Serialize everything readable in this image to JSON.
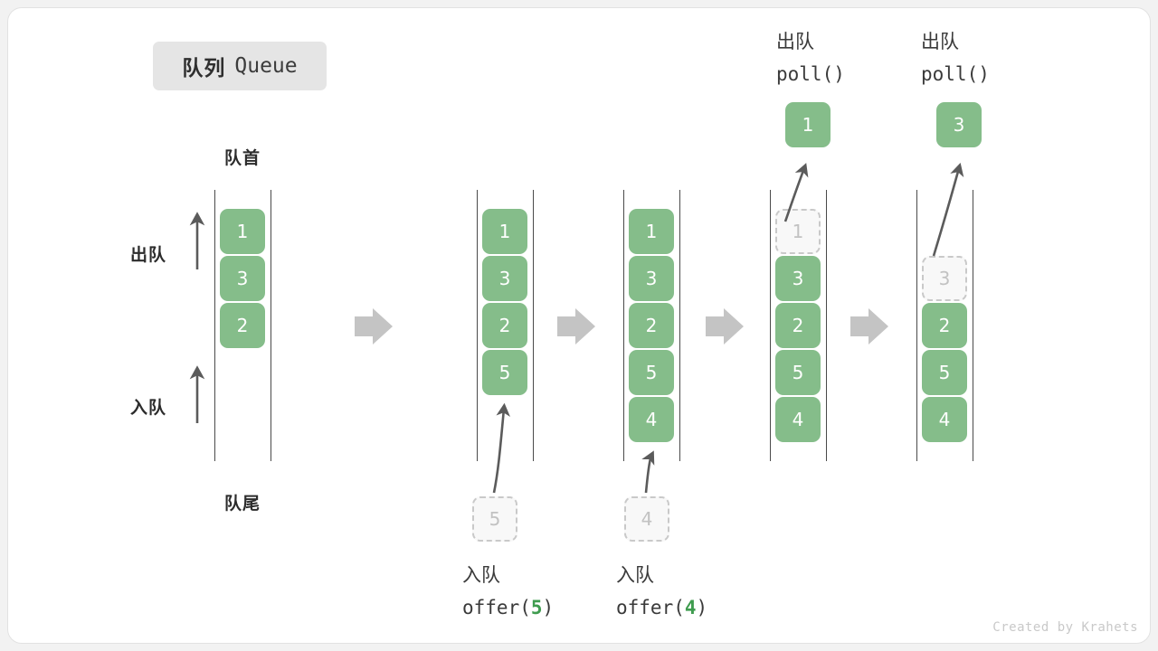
{
  "title": {
    "cn": "队列",
    "en": "Queue"
  },
  "labels": {
    "front": "队首",
    "rear": "队尾",
    "dequeue_side": "出队",
    "enqueue_side": "入队"
  },
  "colors": {
    "cell_fill": "#85bd8a",
    "cell_text": "#ffffff",
    "ghost_fill": "#f8f8f8",
    "ghost_border": "#c9c9c9",
    "ghost_text": "#c2c2c2",
    "rail": "#4a4a4a",
    "step_arrow": "#c4c4c4",
    "accent_green": "#3f9c4f",
    "chip_bg": "#e5e5e5",
    "card_bg": "#ffffff",
    "page_bg": "#f2f2f2"
  },
  "steps": [
    {
      "id": "initial",
      "items": [
        "1",
        "3",
        "2"
      ],
      "ghost_index": null,
      "ghost_value": null,
      "top_label": null,
      "top_value": null,
      "bottom_label": null,
      "bottom_cn": null,
      "bottom_value": null
    },
    {
      "id": "offer-5",
      "items": [
        "1",
        "3",
        "2",
        "5"
      ],
      "ghost_index": null,
      "ghost_value": null,
      "top_label": null,
      "top_value": null,
      "bottom_cn": "入队",
      "bottom_label": "offer(",
      "bottom_label_close": ")",
      "bottom_value": "5"
    },
    {
      "id": "offer-4",
      "items": [
        "1",
        "3",
        "2",
        "5",
        "4"
      ],
      "ghost_index": null,
      "ghost_value": null,
      "top_label": null,
      "top_value": null,
      "bottom_cn": "入队",
      "bottom_label": "offer(",
      "bottom_label_close": ")",
      "bottom_value": "4"
    },
    {
      "id": "poll-1",
      "items": [
        "1",
        "3",
        "2",
        "5",
        "4"
      ],
      "ghost_index": 0,
      "ghost_value": "1",
      "top_cn": "出队",
      "top_label": "poll()",
      "top_value": "1",
      "bottom_cn": null,
      "bottom_label": null,
      "bottom_value": null
    },
    {
      "id": "poll-3",
      "items": [
        "3",
        "2",
        "5",
        "4"
      ],
      "ghost_index": 0,
      "ghost_value": "3",
      "ghost_slot": 1,
      "top_cn": "出队",
      "top_label": "poll()",
      "top_value": "3",
      "bottom_cn": null,
      "bottom_label": null,
      "bottom_value": null
    }
  ],
  "watermark": "Created by Krahets"
}
